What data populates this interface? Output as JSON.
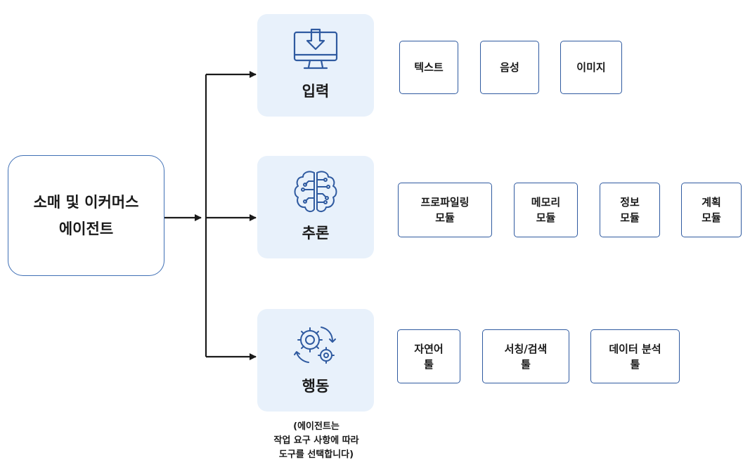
{
  "agent": {
    "line1": "소매 및 이커머스",
    "line2": "에이전트"
  },
  "stages": [
    {
      "label": "입력",
      "icon": "monitor-download-icon",
      "items": [
        [
          "텍스트"
        ],
        [
          "음성"
        ],
        [
          "이미지"
        ]
      ]
    },
    {
      "label": "추론",
      "icon": "brain-circuit-icon",
      "items": [
        [
          "프로파일링",
          "모듈"
        ],
        [
          "메모리",
          "모듈"
        ],
        [
          "정보",
          "모듈"
        ],
        [
          "계획",
          "모듈"
        ]
      ]
    },
    {
      "label": "행동",
      "icon": "gears-cycle-icon",
      "items": [
        [
          "자연어",
          "툴"
        ],
        [
          "서칭/검색",
          "툴"
        ],
        [
          "데이터 분석",
          "툴"
        ]
      ]
    }
  ],
  "note": [
    "(에이전트는",
    "작업 요구 사항에 따라",
    "도구를 선택합니다)"
  ],
  "colors": {
    "line": "#1a1a1a",
    "stage_bg": "#e8f1fb",
    "border": "#2f5aa0"
  }
}
